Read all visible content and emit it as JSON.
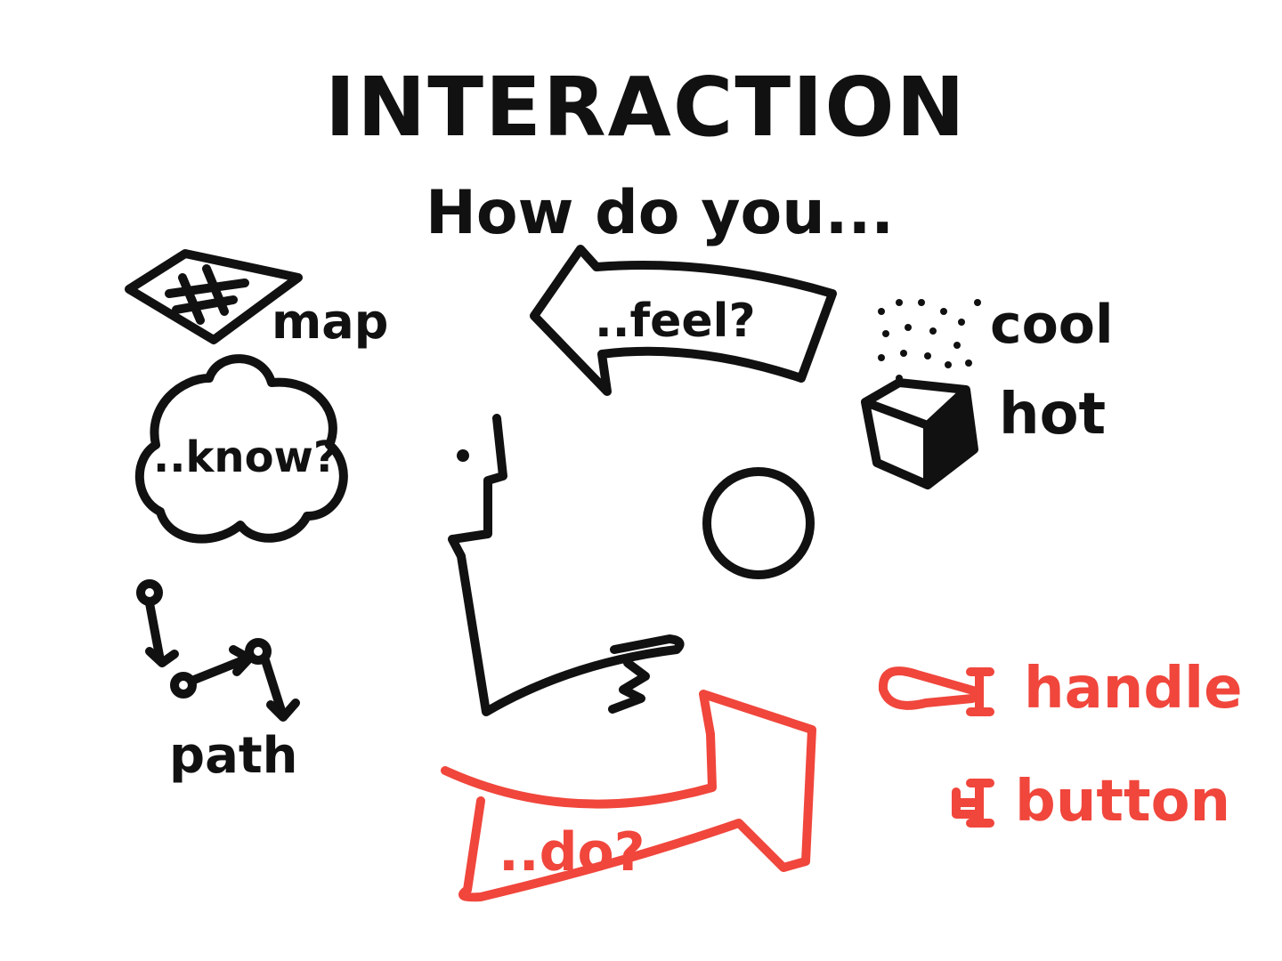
{
  "colors": {
    "ink": "#111111",
    "accent": "#f0463c",
    "background": "#ffffff"
  },
  "title": "INTERACTION",
  "subtitle": "How do you...",
  "labels": {
    "feel": "..feel?",
    "know": "..know?",
    "do": "..do?",
    "map": "map",
    "path": "path",
    "cool": "cool",
    "hot": "hot",
    "handle": "handle",
    "button": "button"
  }
}
